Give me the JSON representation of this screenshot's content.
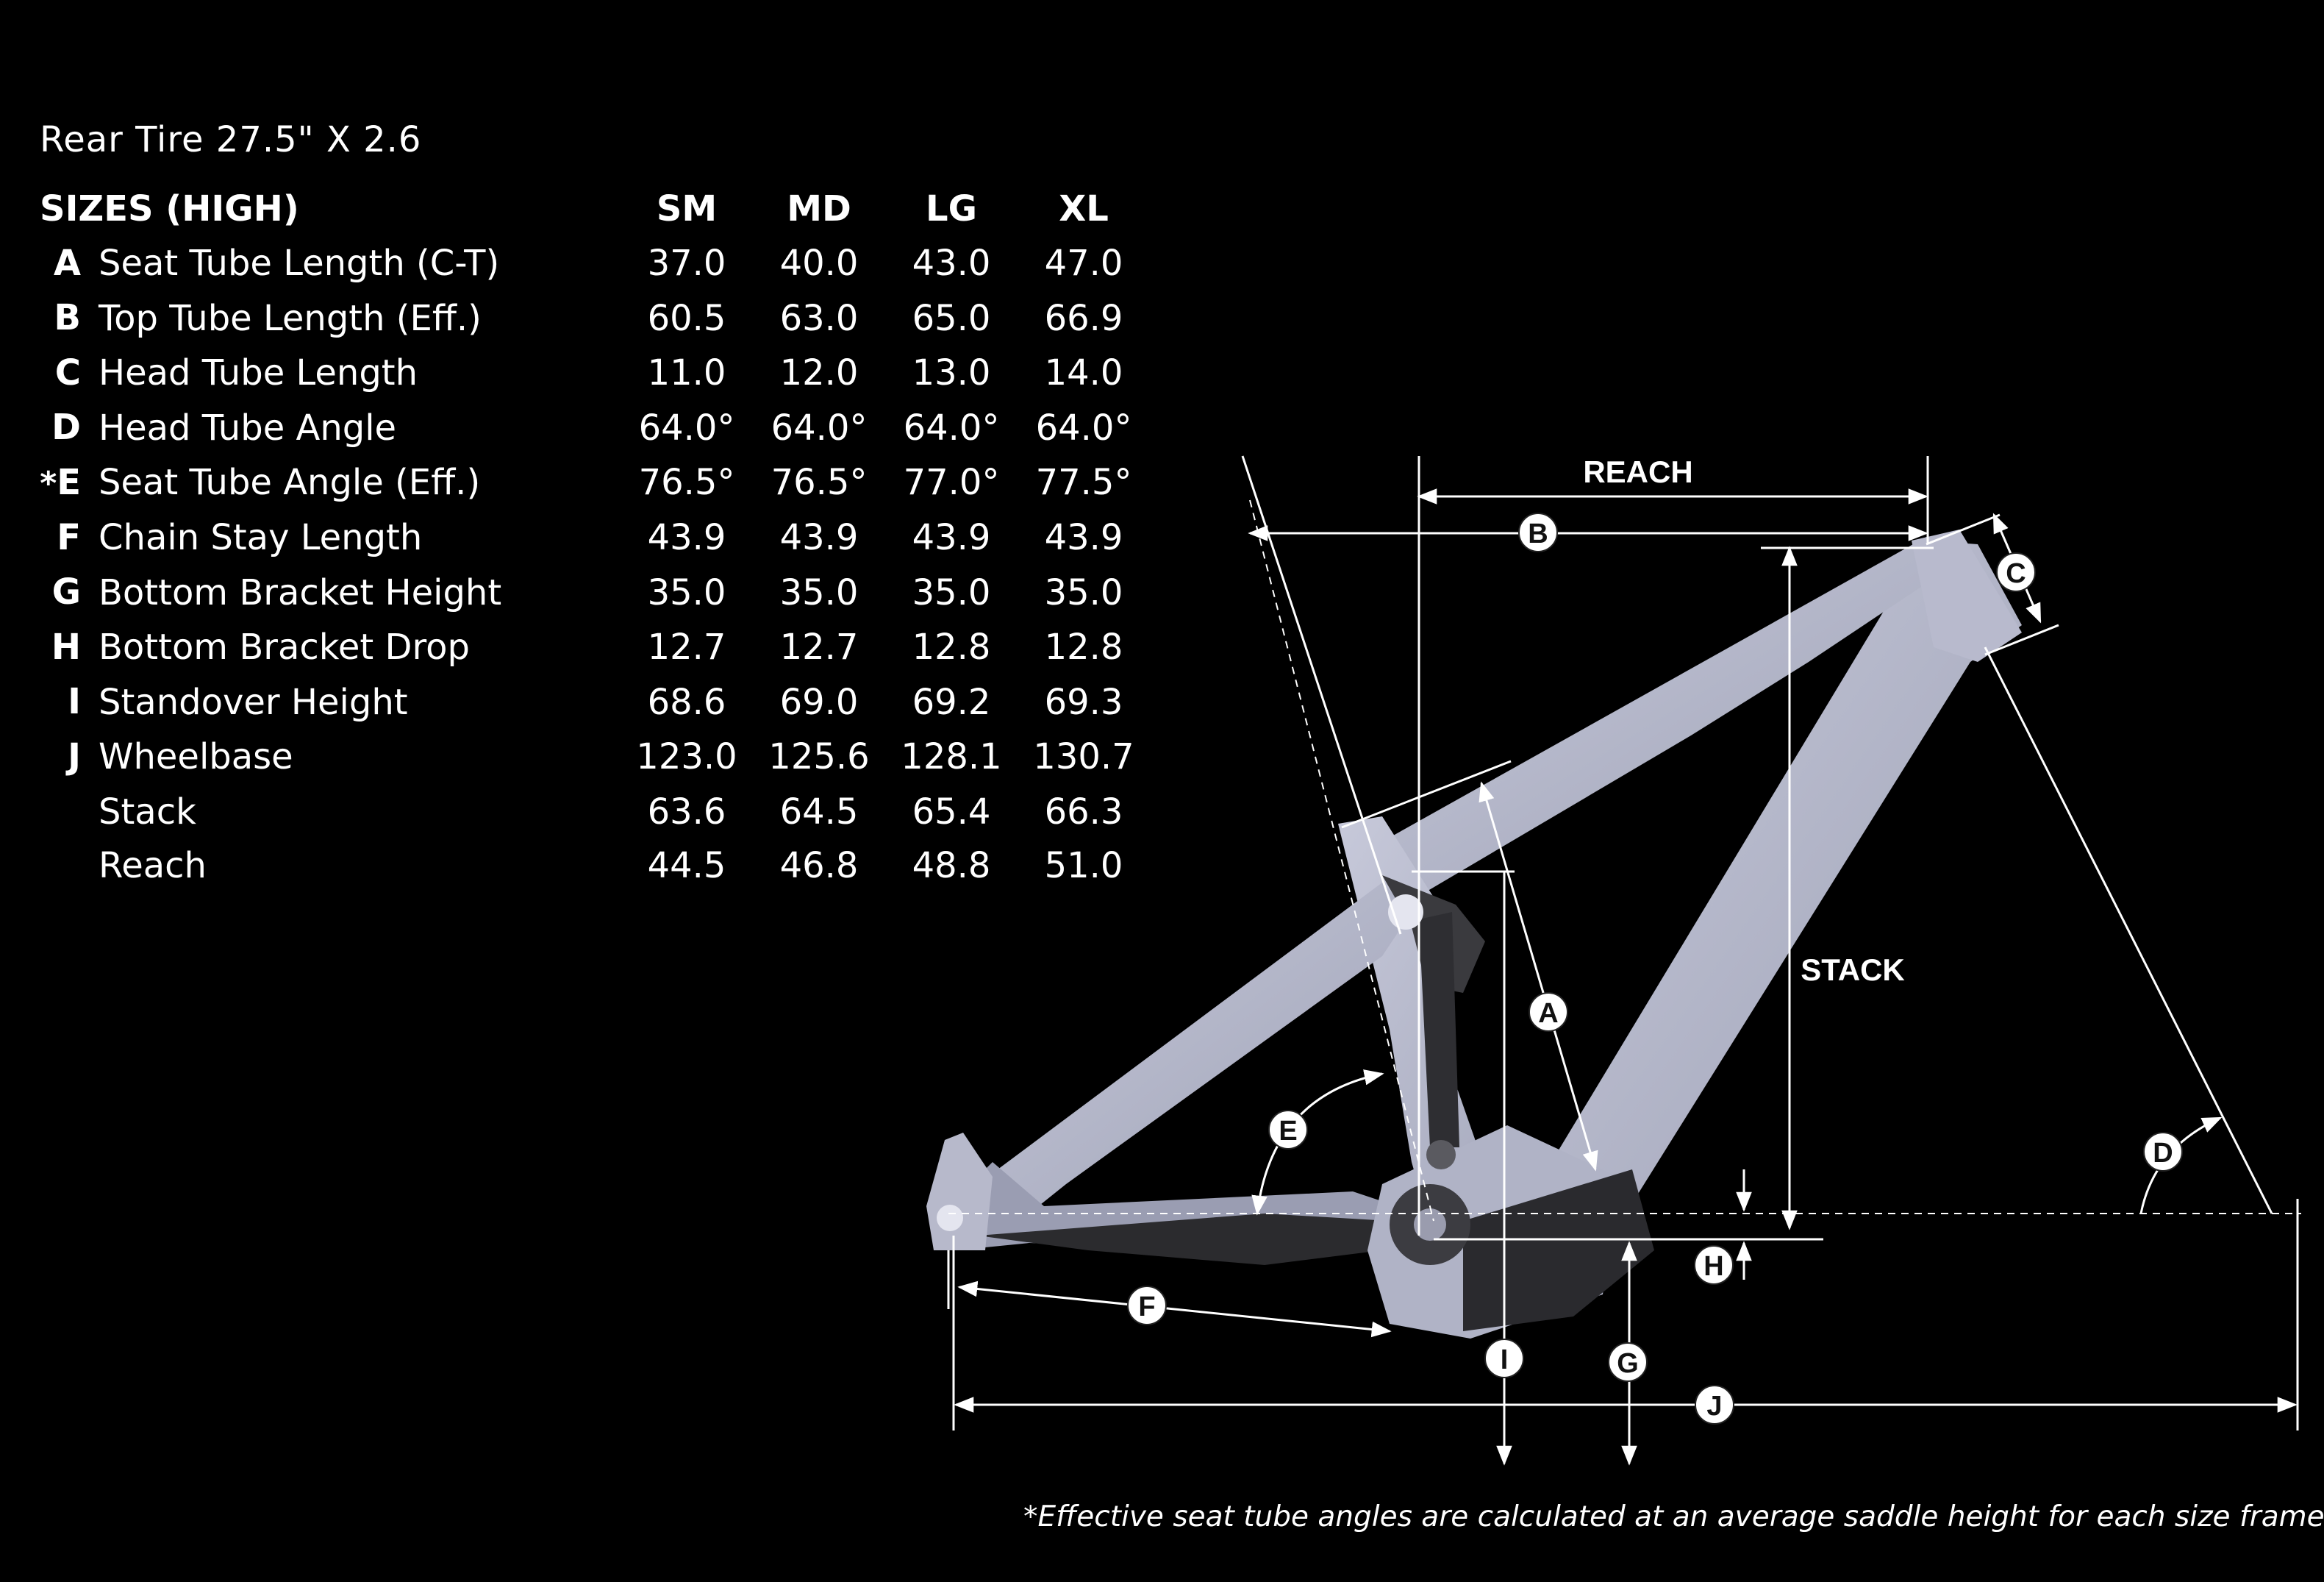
{
  "subtitle": "Rear Tire 27.5\" X 2.6",
  "table": {
    "title": "SIZES (HIGH)",
    "sizes": [
      "SM",
      "MD",
      "LG",
      "XL"
    ],
    "rows": [
      {
        "letter": "A",
        "star": "",
        "name": "Seat Tube Length (C-T)",
        "values": [
          "37.0",
          "40.0",
          "43.0",
          "47.0"
        ]
      },
      {
        "letter": "B",
        "star": "",
        "name": "Top Tube Length (Eff.)",
        "values": [
          "60.5",
          "63.0",
          "65.0",
          "66.9"
        ]
      },
      {
        "letter": "C",
        "star": "",
        "name": "Head Tube Length",
        "values": [
          "11.0",
          "12.0",
          "13.0",
          "14.0"
        ]
      },
      {
        "letter": "D",
        "star": "",
        "name": "Head Tube Angle",
        "values": [
          "64.0°",
          "64.0°",
          "64.0°",
          "64.0°"
        ]
      },
      {
        "letter": "E",
        "star": "*",
        "name": "Seat Tube Angle (Eff.)",
        "values": [
          "76.5°",
          "76.5°",
          "77.0°",
          "77.5°"
        ]
      },
      {
        "letter": "F",
        "star": "",
        "name": "Chain Stay Length",
        "values": [
          "43.9",
          "43.9",
          "43.9",
          "43.9"
        ]
      },
      {
        "letter": "G",
        "star": "",
        "name": "Bottom Bracket Height",
        "values": [
          "35.0",
          "35.0",
          "35.0",
          "35.0"
        ]
      },
      {
        "letter": "H",
        "star": "",
        "name": "Bottom Bracket Drop",
        "values": [
          "12.7",
          "12.7",
          "12.8",
          "12.8"
        ]
      },
      {
        "letter": "I",
        "star": "",
        "name": "Standover Height",
        "values": [
          "68.6",
          "69.0",
          "69.2",
          "69.3"
        ]
      },
      {
        "letter": "J",
        "star": "",
        "name": "Wheelbase",
        "values": [
          "123.0",
          "125.6",
          "128.1",
          "130.7"
        ]
      },
      {
        "letter": "",
        "star": "",
        "name": "Stack",
        "values": [
          "63.6",
          "64.5",
          "65.4",
          "66.3"
        ]
      },
      {
        "letter": "",
        "star": "",
        "name": "Reach",
        "values": [
          "44.5",
          "46.8",
          "48.8",
          "51.0"
        ]
      }
    ]
  },
  "diagram": {
    "reach_label": "REACH",
    "stack_label": "STACK",
    "markers": [
      "A",
      "B",
      "C",
      "D",
      "E",
      "F",
      "G",
      "H",
      "I",
      "J"
    ]
  },
  "footnote": "*Effective seat tube angles are calculated at an average saddle height for each size frame.",
  "colors": {
    "background": "#000000",
    "text": "#ffffff",
    "frame": "#b3b6c9",
    "frame_shadow": "#6f7288",
    "frame_dark": "#242426",
    "marker_fill": "#ffffff",
    "marker_text": "#111111"
  }
}
